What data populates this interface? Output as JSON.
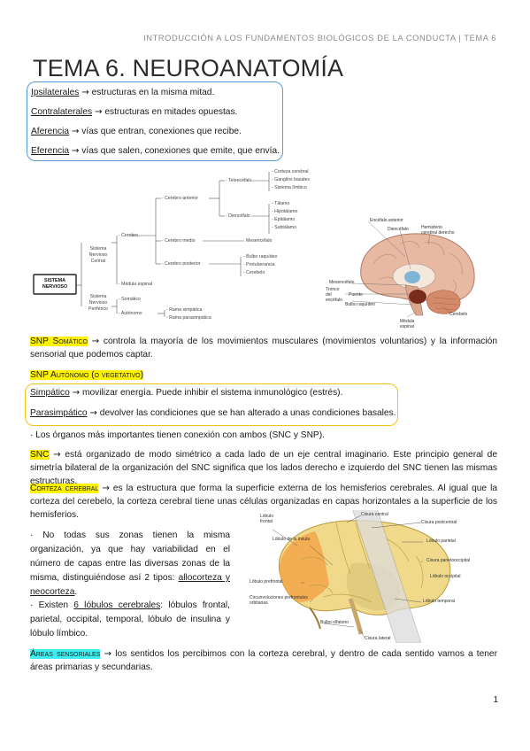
{
  "header": "INTRODUCCIÓN A LOS FUNDAMENTOS BIOLÓGICOS DE LA CONDUCTA | TEMA 6",
  "title": "TEMA 6.  NEUROANATOMÍA",
  "definitions": [
    {
      "term": "Ipsilaterales",
      "text": " estructuras en la misma mitad."
    },
    {
      "term": "Contralaterales",
      "text": " estructuras en mitades opuestas."
    },
    {
      "term": "Aferencia",
      "text": " vías que entran, conexiones que recibe."
    },
    {
      "term": "Eferencia",
      "text": " vías que salen, conexiones que emite, que envía."
    }
  ],
  "arrow": "→",
  "tree": {
    "root": "SISTEMA NERVIOSO",
    "snc": "Sistema Nervioso Central",
    "snp": "Sistema Nervioso Periférico",
    "cerebro": "Cerebro",
    "cerebro_anterior": "Cerebro anterior",
    "telencefalo": "Telencéfalo",
    "tel_items": [
      "Corteza cerebral",
      "Ganglios basales",
      "Sistema límbico"
    ],
    "diencefalo": "Diencéfalo",
    "dien_items": [
      "Tálamo",
      "Hipotálamo",
      "Epitálamo",
      "Subtálamo"
    ],
    "cerebro_medio": "Cerebro medio",
    "mesencefalo": "Mesencéfalo",
    "cerebro_posterior": "Cerebro posterior",
    "post_items": [
      "Bulbo raquídeo",
      "Protuberancia",
      "Cerebelo"
    ],
    "medula": "Médula espinal",
    "somatico": "Somático",
    "autonomo": "Autónomo",
    "auto_items": [
      "Rama simpática",
      "Rama parasimpática"
    ]
  },
  "brain1_labels": {
    "encefalo_anterior": "Encéfalo anterior",
    "diencefalo": "Diencéfalo",
    "hemisferio": "Hemisferio cerebral derecho",
    "mesencefalo": "Mesencéfalo",
    "tronco": "Tronco del encéfalo",
    "puente": "Puente",
    "bulbo": "Bulbo raquídeo",
    "cerebelo": "Cerebelo",
    "medula": "Médula espinal"
  },
  "snp_somatico": {
    "label": "SNP Somático",
    "text": " controla la mayoría de los movimientos musculares (movimientos voluntarios) y la información sensorial que podemos captar."
  },
  "snp_autonomo": {
    "label": "SNP Autónomo (o vegetativo)"
  },
  "simpatico": {
    "term": "Simpático",
    "text": " movilizar energía. Puede inhibir el sistema inmunológico (estrés)."
  },
  "parasimpatico": {
    "term": "Parasimpático",
    "text": " devolver las condiciones que se han alterado a unas condiciones basales."
  },
  "organos": "· Los órganos más importantes tienen conexión con ambos (SNC y SNP).",
  "snc_para": {
    "label": "SNC",
    "text": " está organizado de modo simétrico a cada lado de un eje central imaginario. Este principio general de simetría bilateral de la organización del SNC significa que los lados derecho e izquierdo del SNC tienen las mismas estructuras."
  },
  "corteza": {
    "label": "Corteza cerebral",
    "text": " es la estructura que forma la superficie externa de los hemisferios cerebrales. Al igual que la corteza del cerebelo, la corteza cerebral tiene unas células organizadas en capas horizontales a la superficie de los hemisferios."
  },
  "zonas": {
    "text": "· No todas sus zonas tienen la misma organización, ya que hay variabilidad en el número de capas entre las diversas zonas de la misma, distinguiéndose así 2 tipos: ",
    "u": "allocorteza y neocorteza",
    "end": "."
  },
  "lobulos": {
    "pre": "· Existen ",
    "u": "6 lóbulos cerebrales",
    "text": ": lóbulos frontal, parietal, occipital, temporal, lóbulo de insulina y lóbulo límbico."
  },
  "brain2_labels": {
    "lobulo_frontal": "Lóbulo frontal",
    "cisura_central": "Cisura central",
    "lobulo_insula": "Lóbulo de la ínsula",
    "cisura_postcentral": "Cisura postcentral",
    "lobulo_parietal": "Lóbulo parietal",
    "cisura_parieto": "Cisura parietooccipital",
    "lobulo_occipital": "Lóbulo occipital",
    "lobulo_prefrontal": "Lóbulo prefrontal",
    "circunvoluciones": "Circunvoluciones prefrontales orbitarias",
    "lobulo_temporal": "Lóbulo temporal",
    "bulbo_olfatorio": "Bulbo olfatorio",
    "cisura_lateral": "Cisura lateral"
  },
  "areas": {
    "label": "Áreas sensoriales",
    "text": " los sentidos los percibimos con la corteza cerebral, y dentro de cada sentido vamos a tener áreas primarias y secundarias."
  },
  "page_number": "1"
}
